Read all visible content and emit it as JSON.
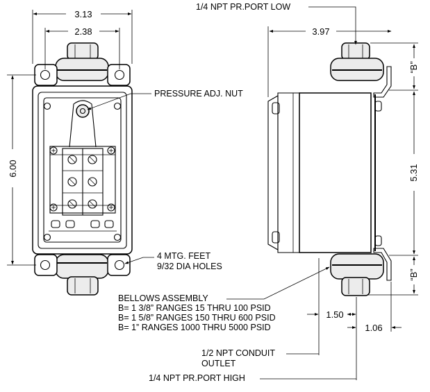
{
  "dimensions": {
    "overall_width": "3.13",
    "mount_width": "2.38",
    "height": "6.00",
    "side_depth": "3.97",
    "side_height": "5.31",
    "b_top": "“B”",
    "b_bottom": "“B”",
    "offset_150": "1.50",
    "offset_106": "1.06"
  },
  "labels": {
    "port_low": "1/4 NPT PR.PORT LOW",
    "pressure_adj": "PRESSURE ADJ. NUT",
    "mtg_feet_1": "4 MTG. FEET",
    "mtg_feet_2": "9/32 DIA HOLES",
    "bellows_title": "BELLOWS ASSEMBLY",
    "bellows_line1": "B= 1 3/8” RANGES 15 THRU 100 PSID",
    "bellows_line2": "B= 1 5/8” RANGES 150 THRU 600 PSID",
    "bellows_line3": "B= 1” RANGES 1000 THRU 5000 PSID",
    "conduit_1": "1/2 NPT CONDUIT",
    "conduit_2": "OUTLET",
    "port_high": "1/4 NPT PR.PORT HIGH"
  },
  "icons": {
    "arrowhead": "arrowhead-icon",
    "screw": "screw-icon",
    "hex_nut": "hex-nut-icon"
  }
}
